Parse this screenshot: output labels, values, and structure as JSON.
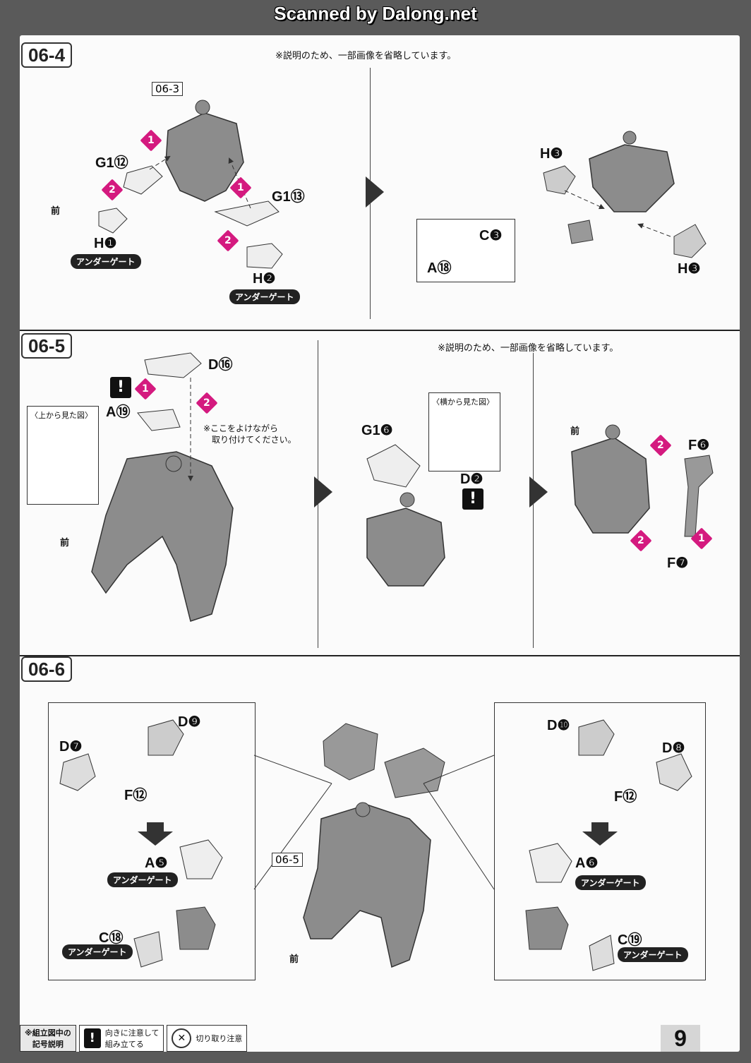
{
  "watermark": "Scanned by Dalong.net",
  "note_omitted": "※説明のため、一部画像を省略しています。",
  "front": "前",
  "under_gate": "アンダーゲート",
  "steps": {
    "s1": "06-4",
    "s2": "06-5",
    "s3": "06-6"
  },
  "step1": {
    "ref": "06-3",
    "labels": [
      "G1⑫",
      "G1⑬",
      "H❶",
      "H❷",
      "H❸",
      "H❸",
      "C❸",
      "A⑱"
    ]
  },
  "step2": {
    "labels": [
      "D⑯",
      "A⑲",
      "G1❻",
      "D❷",
      "F❻",
      "F❼"
    ],
    "top_view": "〈上から見た図〉",
    "side_view": "〈横から見た図〉",
    "avoid_note_1": "※ここをよけながら",
    "avoid_note_2": "取り付けてください。"
  },
  "step3": {
    "ref": "06-5",
    "labels": [
      "D❾",
      "D❼",
      "F⑫",
      "A❺",
      "C⑱",
      "D❿",
      "D❽",
      "F⑫",
      "A❻",
      "C⑲"
    ]
  },
  "legend": {
    "title_1": "※組立図中の",
    "title_2": "記号説明",
    "orient_1": "向きに注意して",
    "orient_2": "組み立てる",
    "cut": "切り取り注意"
  },
  "page_number": "9",
  "colors": {
    "accent": "#d41a7f",
    "part": "#8c8c8c",
    "line": "#222222"
  },
  "icons": [
    "warning-icon",
    "cut-caution-icon",
    "step-arrow-icon"
  ]
}
